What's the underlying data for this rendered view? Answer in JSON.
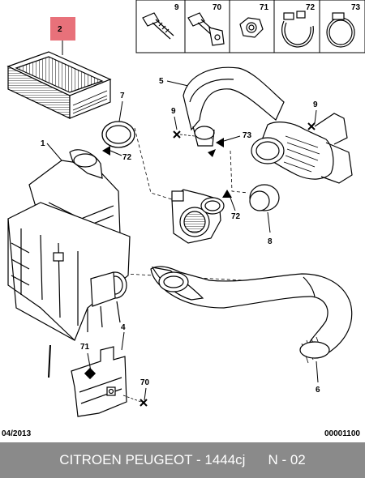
{
  "callouts": {
    "n2": "2",
    "n9": "9",
    "n70": "70",
    "n71": "71",
    "n72": "72",
    "n73": "73",
    "n1": "1",
    "n5": "5",
    "n7": "7",
    "n6": "6",
    "n8": "8",
    "n4": "4"
  },
  "stamps": {
    "date": "04/2013",
    "ref": "00001100"
  },
  "footer": {
    "brand": "CITROEN PEUGEOT - 1444cj",
    "page": "N - 02"
  },
  "colors": {
    "highlight": "#e8717a",
    "footer_bg": "#8a8a8a",
    "footer_text": "#ffffff"
  }
}
